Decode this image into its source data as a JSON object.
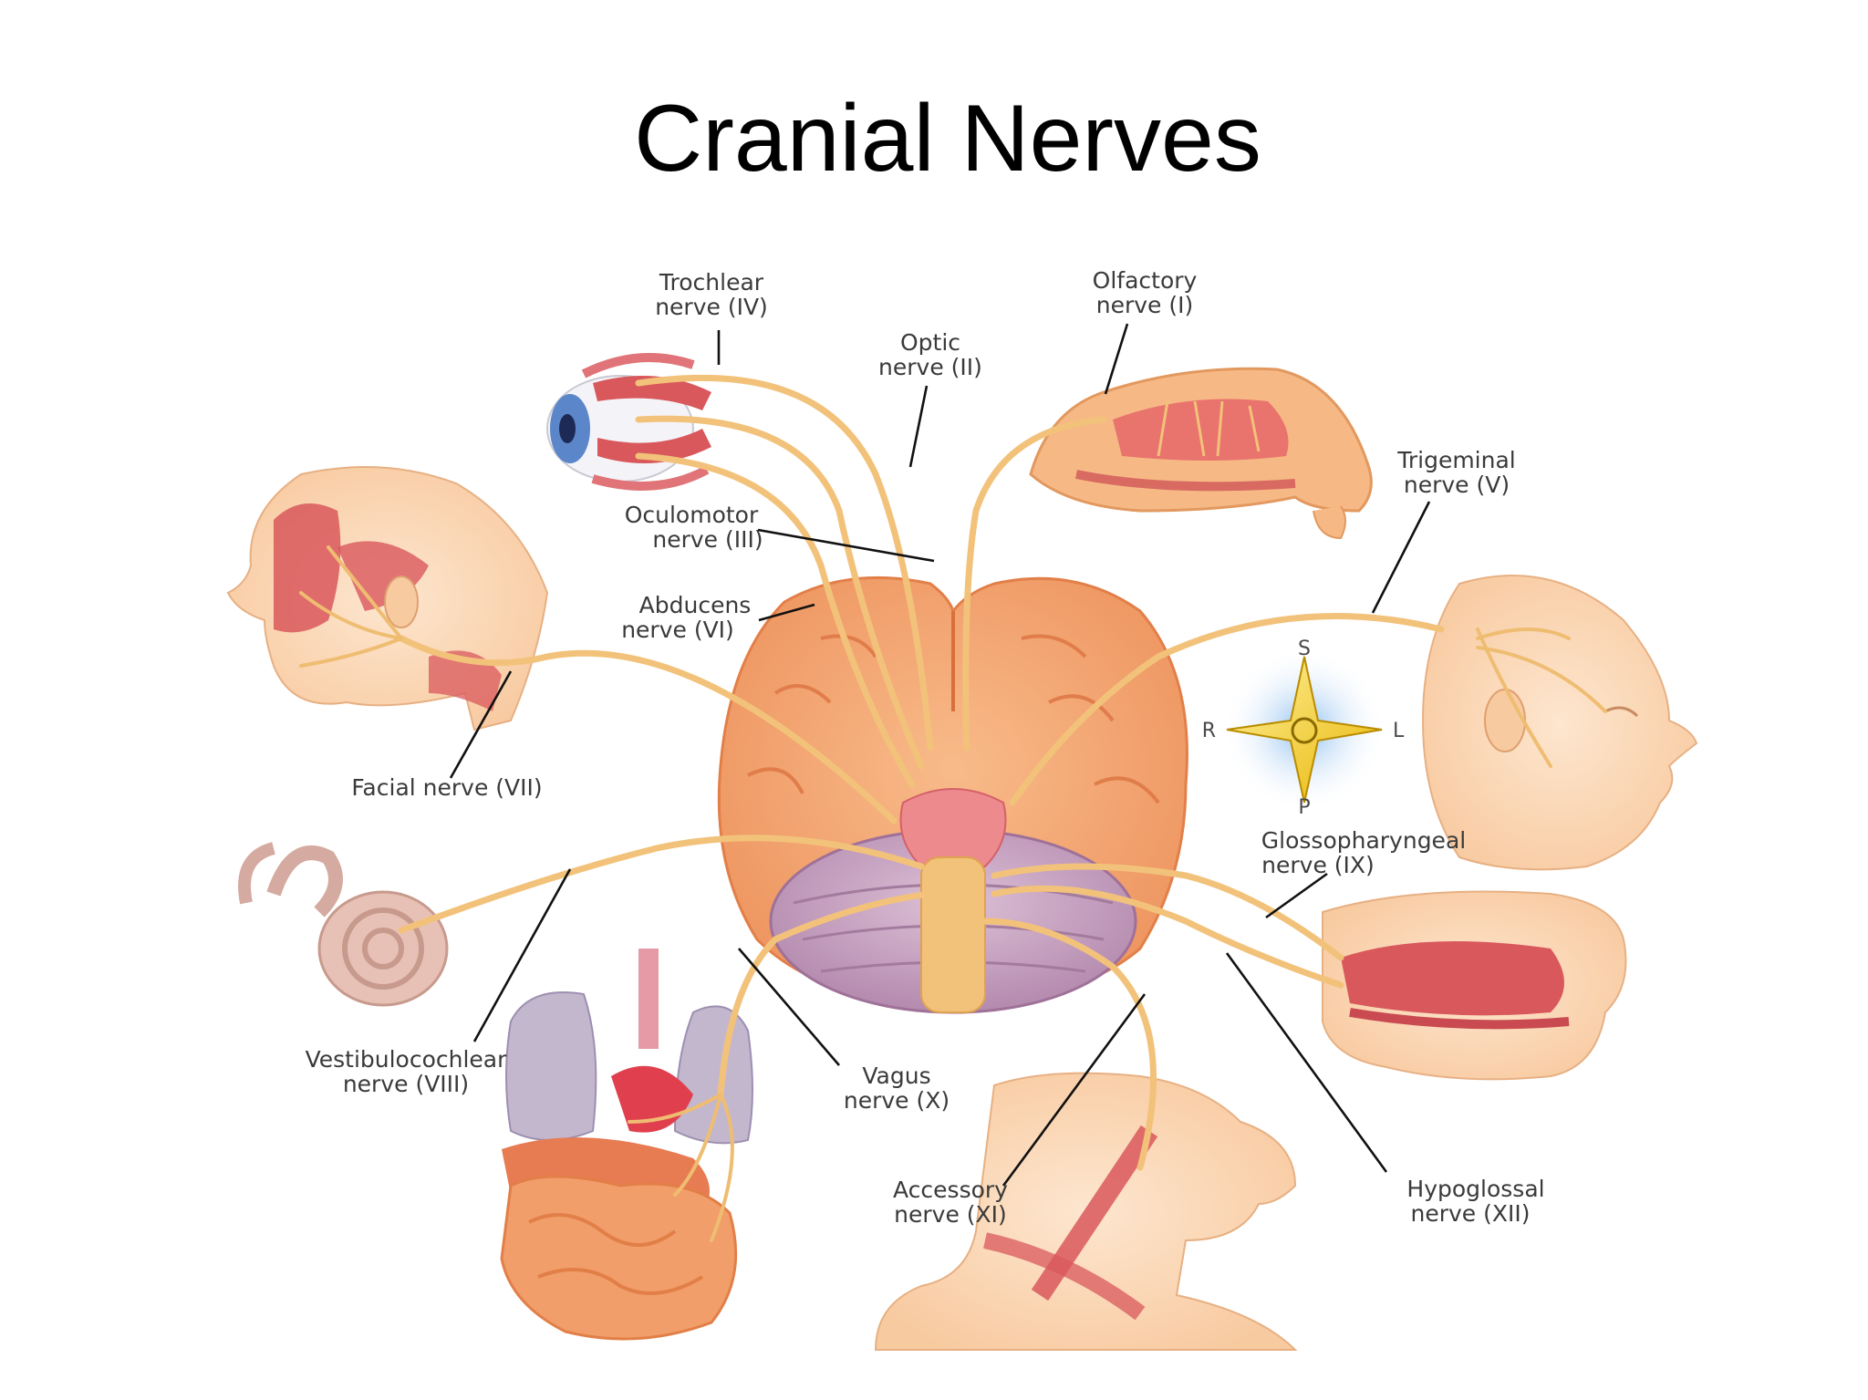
{
  "title": "Cranial Nerves",
  "labels": {
    "trochlear": [
      "Trochlear",
      "nerve (IV)"
    ],
    "olfactory": [
      "Olfactory",
      "nerve (I)"
    ],
    "optic": [
      "Optic",
      "nerve (II)"
    ],
    "trigeminal": [
      "Trigeminal",
      "nerve (V)"
    ],
    "oculomotor": [
      "Oculomotor",
      "nerve (III)"
    ],
    "abducens": [
      "Abducens",
      "nerve (VI)"
    ],
    "facial": [
      "Facial nerve (VII)"
    ],
    "glossopharyngeal": [
      "Glossopharyngeal",
      "nerve (IX)"
    ],
    "vestibulocochlear": [
      "Vestibulocochlear",
      "nerve (VIII)"
    ],
    "vagus": [
      "Vagus",
      "nerve (X)"
    ],
    "accessory": [
      "Accessory",
      "nerve (XI)"
    ],
    "hypoglossal": [
      "Hypoglossal",
      "nerve (XII)"
    ]
  },
  "compass": {
    "superior": "S",
    "inferior": "P",
    "right": "R",
    "left": "L"
  },
  "colors": {
    "brain": "#f4a874",
    "cerebellum": "#c9a3c0",
    "nerve": "#f2c27a",
    "muscle": "#d9585c",
    "skin": "#fbd9b8"
  }
}
